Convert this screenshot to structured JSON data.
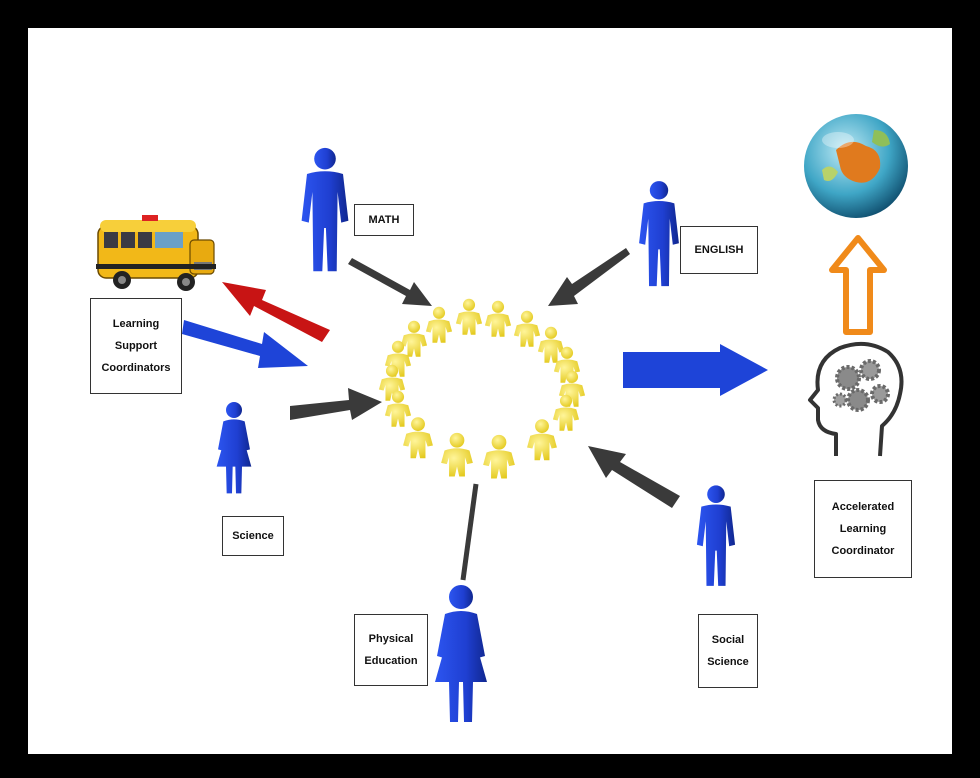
{
  "diagram": {
    "hub": "students-circle",
    "nodes": {
      "math": "MATH",
      "english": "ENGLISH",
      "science": "Science",
      "physical_education": "Physical\nEducation",
      "social_science": "Social\nScience",
      "learning_support": "Learning\nSupport\nCoordinators",
      "accelerated_learning": "Accelerated\nLearning\nCoordinator"
    },
    "icons": [
      "school-bus-icon",
      "globe-icon",
      "head-gears-icon",
      "person-icon",
      "students-circle-icon"
    ],
    "colors": {
      "frame": "#000000",
      "person": "#1f3fd1",
      "students": "#f0dc2a",
      "arrow_dark": "#3a3a3a",
      "arrow_blue": "#1e44d8",
      "arrow_red": "#c81414",
      "arrow_orange": "#f08a1a"
    }
  }
}
